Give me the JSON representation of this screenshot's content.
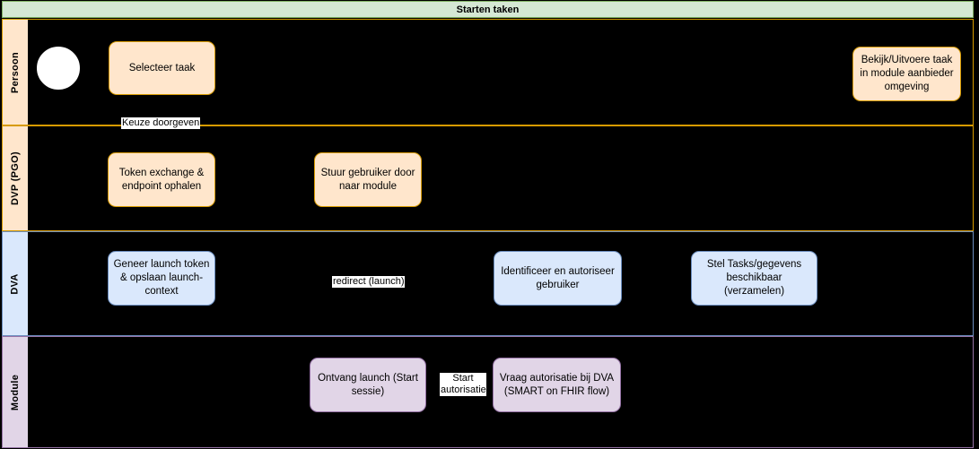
{
  "pool": {
    "title": "Starten taken",
    "header_fill": "#d5e8d4",
    "header_stroke": "#82b366"
  },
  "lanes": [
    {
      "id": "persoon",
      "label": "Persoon",
      "fill": "#ffe6cc",
      "stroke": "#d79b00"
    },
    {
      "id": "dvp",
      "label": "DVP (PGO)",
      "fill": "#ffe6cc",
      "stroke": "#d79b00"
    },
    {
      "id": "dva",
      "label": "DVA",
      "fill": "#dae8fc",
      "stroke": "#6c8ebf"
    },
    {
      "id": "module",
      "label": "Module",
      "fill": "#e1d5e7",
      "stroke": "#9673a6"
    }
  ],
  "nodes": {
    "start_event": {
      "name": "start-event"
    },
    "selecteer_taak": {
      "label": "Selecteer taak",
      "lane": "persoon",
      "color": "orange"
    },
    "bekijk_uitvoere": {
      "label": "Bekijk/Uitvoere taak in module aanbieder omgeving",
      "lane": "persoon",
      "color": "orange"
    },
    "token_exchange": {
      "label": "Token exchange & endpoint ophalen",
      "lane": "dvp",
      "color": "orange"
    },
    "stuur_gebruiker": {
      "label": "Stuur gebruiker door naar module",
      "lane": "dvp",
      "color": "orange"
    },
    "geneer_launch_token": {
      "label": "Geneer launch token & opslaan launch-context",
      "lane": "dva",
      "color": "blue"
    },
    "identificeer": {
      "label": "Identificeer en autoriseer gebruiker",
      "lane": "dva",
      "color": "blue"
    },
    "stel_tasks": {
      "label": "Stel Tasks/gegevens beschikbaar (verzamelen)",
      "lane": "dva",
      "color": "blue"
    },
    "ontvang_launch": {
      "label": "Ontvang launch (Start sessie)",
      "lane": "module",
      "color": "purple"
    },
    "vraag_autorisatie": {
      "label": "Vraag autorisatie bij DVA (SMART on FHIR flow)",
      "lane": "module",
      "color": "purple"
    }
  },
  "edge_labels": {
    "keuze_doorgeven": "Keuze doorgeven",
    "redirect_launch": "redirect (launch)",
    "start_autorisatie": "Start autorisatie"
  }
}
